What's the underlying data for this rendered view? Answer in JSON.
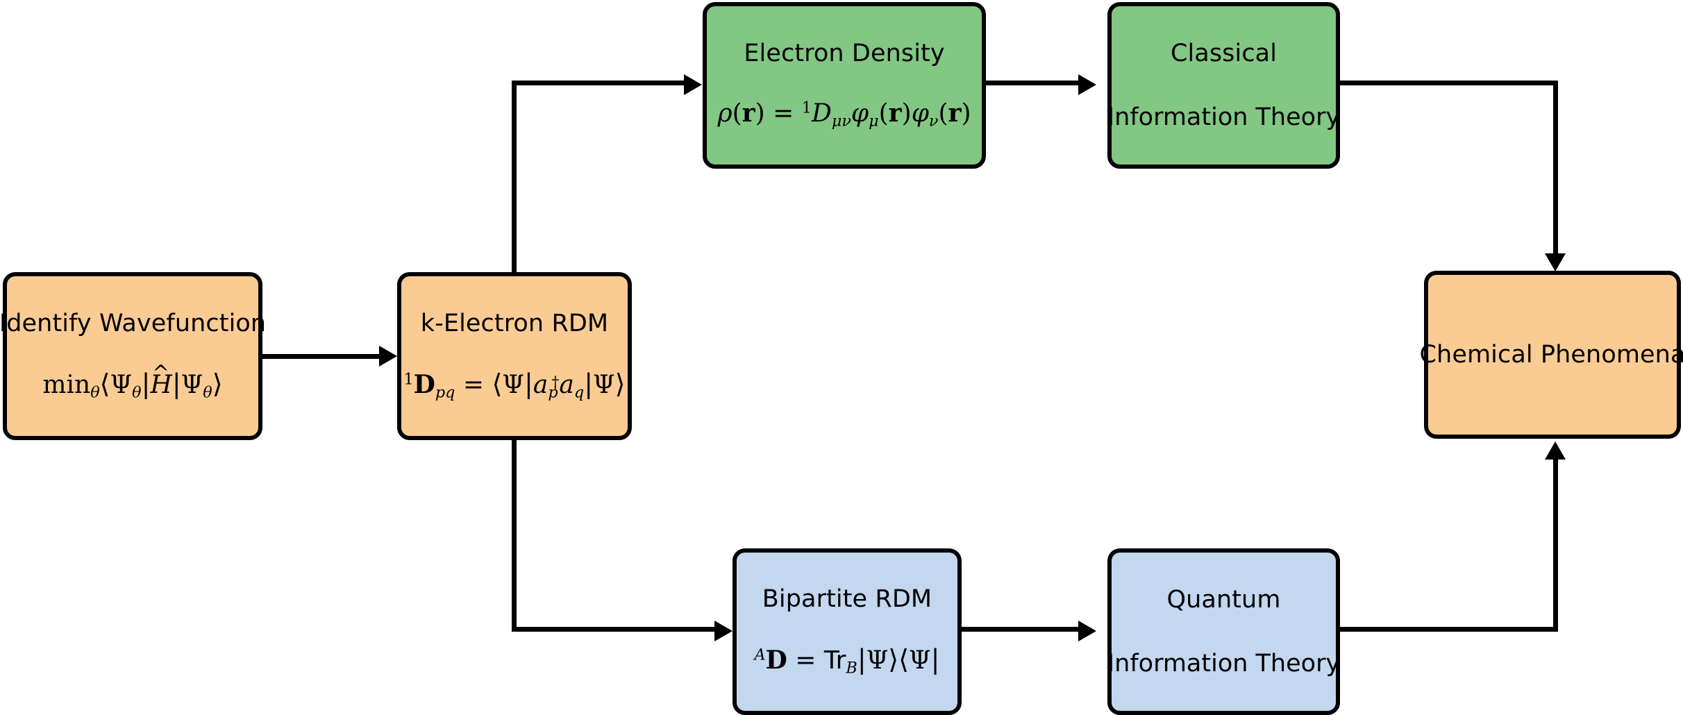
{
  "diagram": {
    "title": "Reduced density matrix pathways to chemical phenomena",
    "colors": {
      "orange": "#fbcb94",
      "green": "#82c783",
      "blue": "#c3d7ef",
      "stroke": "#000000",
      "background": "#ffffff"
    },
    "nodes": [
      {
        "id": "identify-wavefunction",
        "title": "Identify Wavefunction",
        "formula_text": "min_θ⟨Ψ_θ|Ĥ|Ψ_θ⟩",
        "fill": "#fbcb94"
      },
      {
        "id": "k-electron-rdm",
        "title": "k-Electron RDM",
        "formula_text": "¹D_pq = ⟨Ψ|a†_p a_q|Ψ⟩",
        "fill": "#fbcb94"
      },
      {
        "id": "electron-density",
        "title": "Electron Density",
        "formula_text": "ρ(r) = ¹D_μν φ_μ(r) φ_ν(r)",
        "fill": "#82c783"
      },
      {
        "id": "classical-information-theory",
        "title": "Classical",
        "line2": "Information Theory",
        "fill": "#82c783"
      },
      {
        "id": "bipartite-rdm",
        "title": "Bipartite RDM",
        "formula_text": "ᴬD = Tr_B|Ψ⟩⟨Ψ|",
        "fill": "#c3d7ef"
      },
      {
        "id": "quantum-information-theory",
        "title": "Quantum",
        "line2": "Information Theory",
        "fill": "#c3d7ef"
      },
      {
        "id": "chemical-phenomena",
        "title": "Chemical Phenomena",
        "fill": "#fbcb94"
      }
    ],
    "edges": [
      {
        "from": "identify-wavefunction",
        "to": "k-electron-rdm",
        "style": "straight-right"
      },
      {
        "from": "k-electron-rdm",
        "to": "electron-density",
        "style": "up-then-right"
      },
      {
        "from": "electron-density",
        "to": "classical-information-theory",
        "style": "straight-right"
      },
      {
        "from": "classical-information-theory",
        "to": "chemical-phenomena",
        "style": "right-then-down"
      },
      {
        "from": "k-electron-rdm",
        "to": "bipartite-rdm",
        "style": "down-then-right"
      },
      {
        "from": "bipartite-rdm",
        "to": "quantum-information-theory",
        "style": "straight-right"
      },
      {
        "from": "quantum-information-theory",
        "to": "chemical-phenomena",
        "style": "right-then-up"
      }
    ]
  }
}
